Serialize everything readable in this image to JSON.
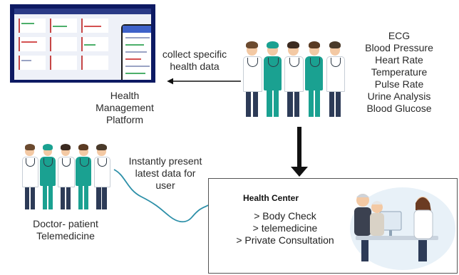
{
  "platform": {
    "label_line1": "Health",
    "label_line2": "Management",
    "label_line3": "Platform"
  },
  "arrow_left": {
    "line1": "collect specific",
    "line2": "health data"
  },
  "measurements": [
    "ECG",
    "Blood Pressure",
    "Heart Rate",
    "Temperature",
    "Pulse Rate",
    "Urine Analysis",
    "Blood Glucose"
  ],
  "instant": {
    "line1": "Instantly present",
    "line2": "latest data for",
    "line3": "user"
  },
  "telemedicine": {
    "line1": "Doctor- patient",
    "line2": "Telemedicine"
  },
  "health_center": {
    "title": "Health Center",
    "items": [
      "> Body Check",
      "> telemedicine",
      "> Private Consultation"
    ]
  },
  "colors": {
    "platform_frame": "#0d1a63",
    "teal_scrubs": "#1aa191",
    "curve": "#2c8fa8",
    "arrow": "#111111"
  }
}
